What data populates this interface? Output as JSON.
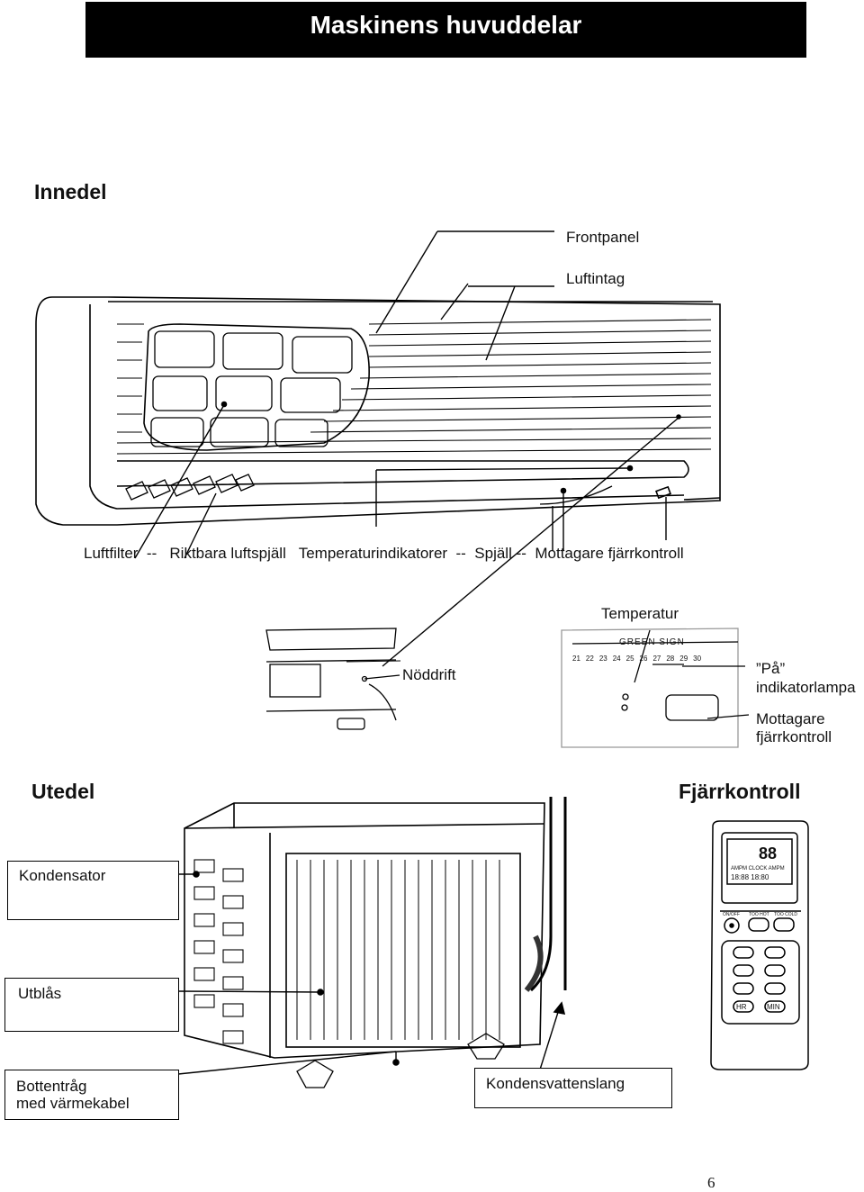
{
  "header": {
    "title": "Maskinens huvuddelar"
  },
  "indoor": {
    "heading": "Innedel",
    "top_labels": {
      "frontpanel": "Frontpanel",
      "luftintag": "Luftintag"
    },
    "bottom_line": "Luftfilter  --   Riktbara luftspjäll   Temperaturindikatorer  --  Spjäll --  Mottagare fjärrkontroll"
  },
  "display_detail": {
    "temperatur": "Temperatur",
    "noddrift": "Nöddrift",
    "pa": "”På”",
    "indikatorlampa": "indikatorlampa",
    "mottagare": "Mottagare",
    "fjarrkontroll": "fjärrkontroll",
    "panel_brand": "GREEN SIGN",
    "temp_scale": [
      "21",
      "22",
      "23",
      "24",
      "25",
      "26",
      "27",
      "28",
      "29",
      "30"
    ]
  },
  "outdoor": {
    "heading": "Utedel",
    "kondensator": "Kondensator",
    "utblas": "Utblås",
    "bottentrag_l1": "Bottentråg",
    "bottentrag_l2": "med värmekabel",
    "kondensvattenslang": "Kondensvattenslang"
  },
  "remote": {
    "heading": "Fjärrkontroll",
    "lcd_top": "88",
    "lcd_row": "AMPM CLOCK AMPM",
    "lcd_time": "18:88 18:80",
    "btn_row1": [
      "ON/OFF",
      "TOO HOT",
      "TOO COLD"
    ],
    "btn_hr": "HR",
    "btn_min": "MIN"
  },
  "page_number": "6"
}
